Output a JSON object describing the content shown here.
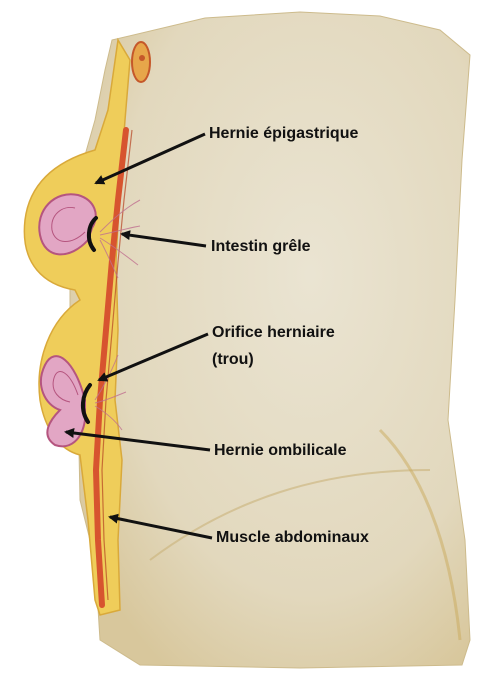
{
  "labels": {
    "hernie_epigastrique": "Hernie épigastrique",
    "intestin_grele": "Intestin grêle",
    "orifice_line1": "Orifice herniaire",
    "orifice_line2": "(trou)",
    "hernie_ombilicale": "Hernie ombilicale",
    "muscle_abdominaux": "Muscle abdominaux"
  },
  "colors": {
    "paper": "#e7dfca",
    "paper_shadow": "#d9cca6",
    "skin_fat": "#efcd5a",
    "fat_edge": "#d9a93a",
    "muscle": "#d7542f",
    "intestine": "#e2a6c4",
    "intestine_edge": "#b5557f",
    "arrow": "#111111"
  }
}
